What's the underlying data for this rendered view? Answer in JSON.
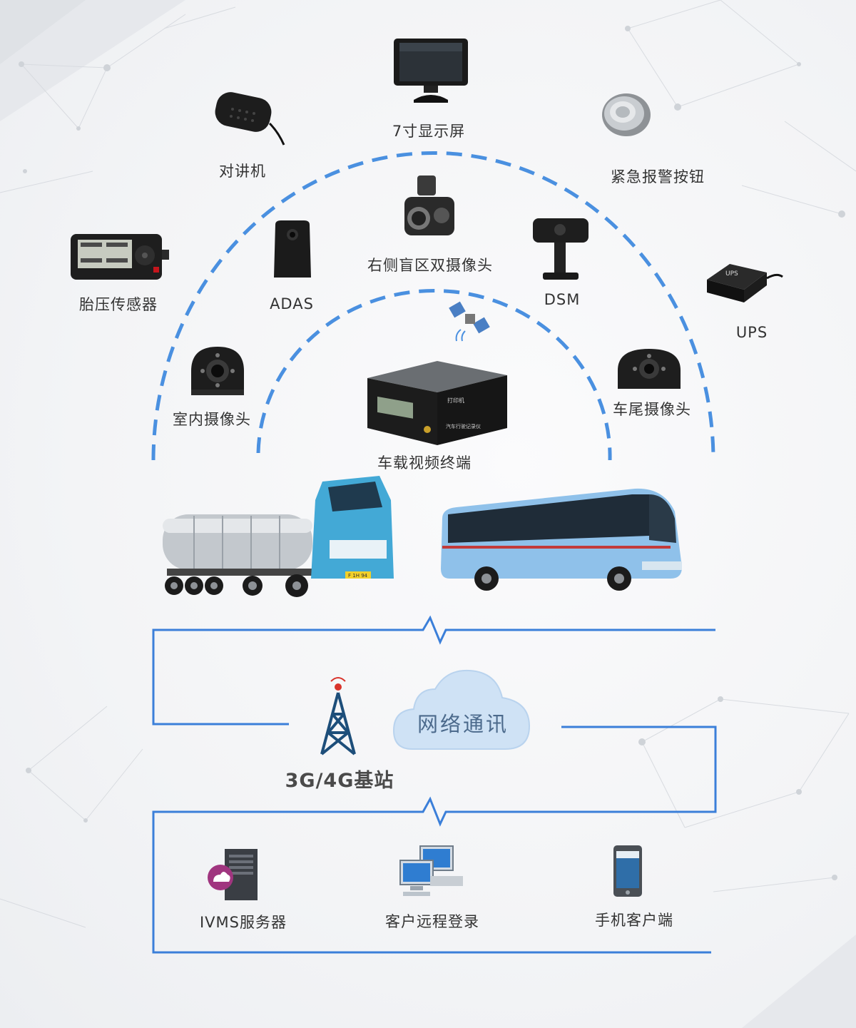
{
  "devices": {
    "monitor_7inch": "7寸显示屏",
    "intercom": "对讲机",
    "emergency_button": "紧急报警按钮",
    "tpms": "胎压传感器",
    "adas": "ADAS",
    "right_blind_spot_camera": "右侧盲区双摄像头",
    "dsm": "DSM",
    "ups": "UPS",
    "indoor_camera": "室内摄像头",
    "vehicle_terminal": "车载视频终端",
    "rear_camera": "车尾摄像头"
  },
  "device_text": {
    "terminal_print": "打印机",
    "terminal_recorder": "汽车行驶记录仪",
    "ups_label": "UPS",
    "truck_plate": "F 1H 94"
  },
  "network": {
    "cloud_label": "网络通讯",
    "base_station": "3G/4G基站"
  },
  "clients": {
    "ivms_server": "IVMS服务器",
    "remote_login": "客户远程登录",
    "mobile_client": "手机客户端"
  },
  "colors": {
    "arc_dash": "#4a90e0",
    "link_line": "#3b7fd9",
    "cloud": "#cfe2f5",
    "truck_cab": "#43a9d6",
    "bus_body": "#8fc1ea",
    "text": "#333333"
  }
}
